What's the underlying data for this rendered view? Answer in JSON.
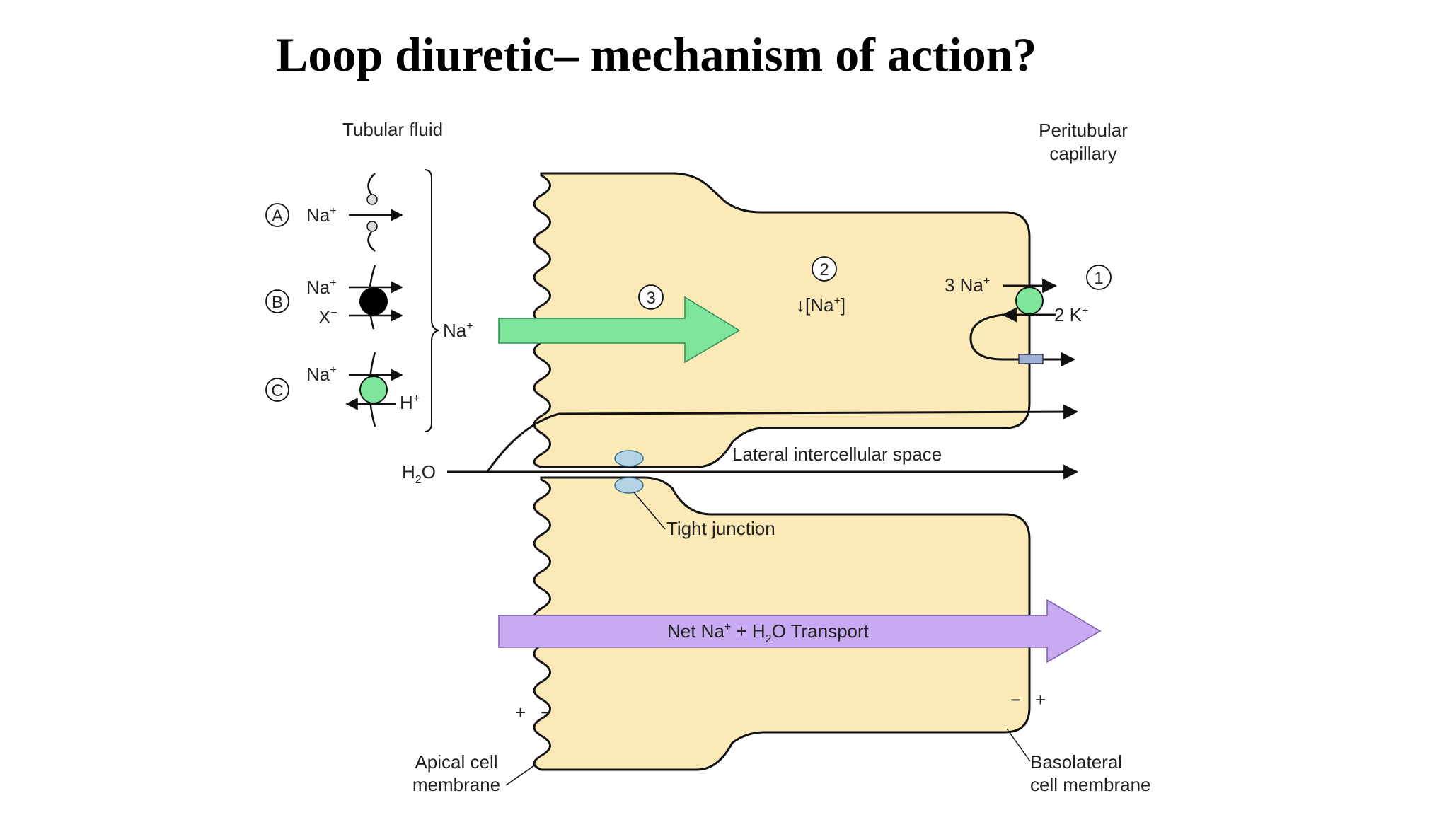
{
  "title": "Loop diuretic– mechanism of action?",
  "labels": {
    "tubular_fluid": "Tubular fluid",
    "peritubular_line1": "Peritubular",
    "peritubular_line2": "capillary",
    "marker_a": "A",
    "marker_b": "B",
    "marker_c": "C",
    "marker_1": "1",
    "marker_2": "2",
    "marker_3": "3",
    "na": "Na",
    "x": "X",
    "h": "H",
    "plus": "+",
    "minus": "−",
    "na_bracket": "Na",
    "three_na": "3 Na",
    "two_k": "2 K",
    "na_conc_arrow": "↓[Na",
    "na_conc_close": "]",
    "h2o_h": "H",
    "h2o_2": "2",
    "h2o_o": "O",
    "lateral_space": "Lateral intercellular space",
    "tight_junction": "Tight junction",
    "net_transport_a": "Net Na",
    "net_transport_b": " + H",
    "net_transport_c": "2",
    "net_transport_d": "O Transport",
    "apical_line1": "Apical cell",
    "apical_line2": "membrane",
    "basolateral_line1": "Basolateral",
    "basolateral_line2": "cell membrane",
    "sign_plus": "+",
    "sign_minus": "−"
  },
  "colors": {
    "cell_fill": "#fbe9b8",
    "green": "#7de69a",
    "purple": "#c8aaf2",
    "junction": "#b4d4e6",
    "channel": "#9db0d8"
  }
}
